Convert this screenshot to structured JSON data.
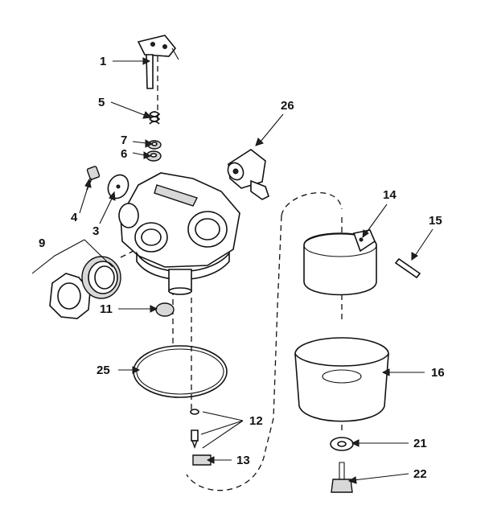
{
  "callouts": {
    "c1": "1",
    "c3": "3",
    "c4": "4",
    "c5": "5",
    "c6": "6",
    "c7": "7",
    "c9": "9",
    "c11": "11",
    "c12": "12",
    "c13": "13",
    "c14": "14",
    "c15": "15",
    "c16": "16",
    "c21": "21",
    "c22": "22",
    "c25": "25",
    "c26": "26"
  }
}
